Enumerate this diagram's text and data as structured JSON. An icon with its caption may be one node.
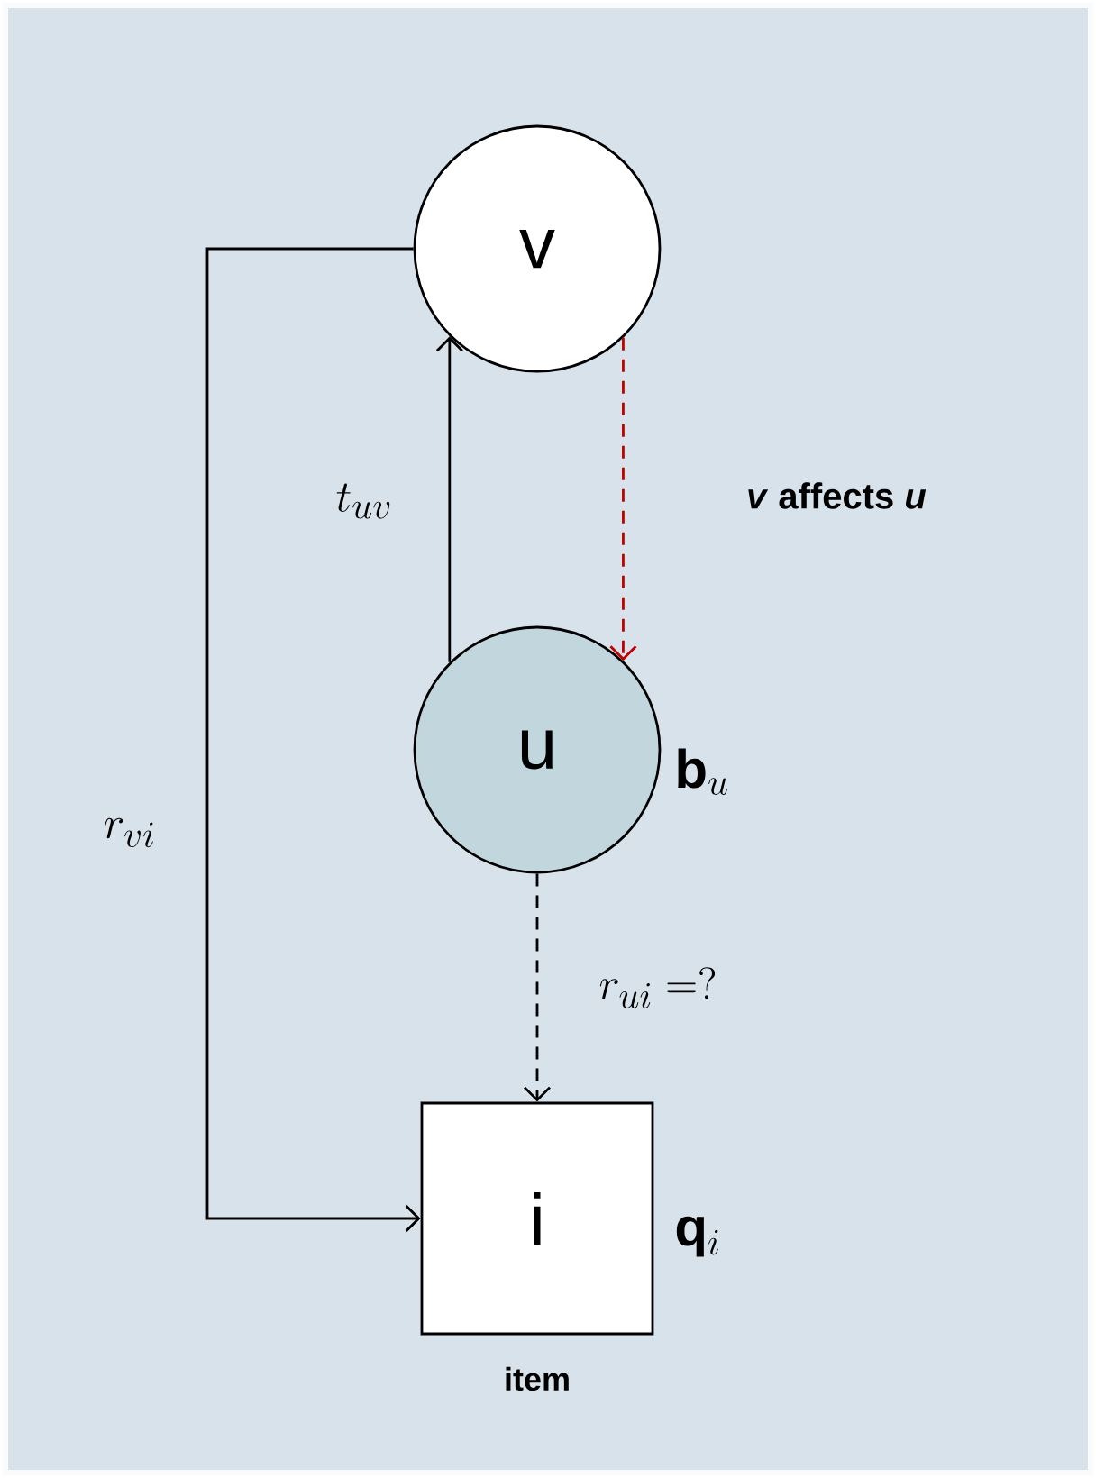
{
  "diagram": {
    "nodes": [
      {
        "text": [
          "v"
        ]
      },
      {
        "text": [
          "u"
        ],
        "beside": [
          "\\mathbf{b}_{u}"
        ]
      },
      {
        "text": [
          "i"
        ],
        "beside": [
          "\\mathbf{q}_{i}",
          "item"
        ]
      }
    ],
    "edges": [
      {
        "from": 1,
        "to": 0,
        "arrow": "to",
        "label": "t_{uv}"
      },
      {
        "from": 0,
        "to": 1,
        "arrow": "to",
        "label": "*v* affects *u*",
        "style": "dashed",
        "color": "#c00000"
      },
      {
        "from": 1,
        "to": 2,
        "arrow": "to",
        "label": "r_{ui} =?",
        "style": "dashed"
      },
      {
        "from": 0,
        "to": 2,
        "arrow": "to",
        "label": "r_{vi}"
      }
    ]
  }
}
